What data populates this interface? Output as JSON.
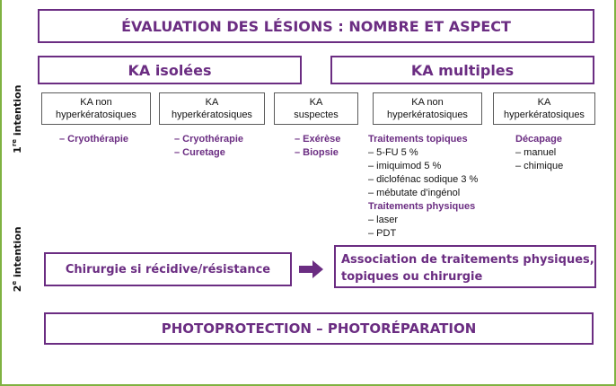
{
  "title": "ÉVALUATION DES LÉSIONS : NOMBRE ET ASPECT",
  "groups": {
    "isolees": "KA isolées",
    "multiples": "KA multiples"
  },
  "intention": {
    "first": "1re intention",
    "second": "2e intention"
  },
  "categories": [
    [
      "KA non",
      "hyperkératosiques"
    ],
    [
      "KA",
      "hyperkératosiques"
    ],
    [
      "KA",
      "suspectes"
    ],
    [
      "KA non",
      "hyperkératosiques"
    ],
    [
      "KA",
      "hyperkératosiques"
    ]
  ],
  "treatments": {
    "c1": [
      "– Cryothérapie"
    ],
    "c2": [
      "– Cryothérapie",
      "– Curetage"
    ],
    "c3": [
      "– Exérèse",
      "– Biopsie"
    ],
    "c4": {
      "topiques_title": "Traitements topiques",
      "topiques": [
        "– 5-FU 5 %",
        "– imiquimod 5 %",
        "– diclofénac sodique 3 %",
        "– mébutate d’ingénol"
      ],
      "physiques_title": "Traitements physiques",
      "physiques": [
        "– laser",
        "– PDT"
      ]
    },
    "c5": {
      "title": "Décapage",
      "items": [
        "– manuel",
        "– chimique"
      ]
    }
  },
  "second_line": {
    "left": "Chirurgie si récidive/résistance",
    "right": [
      "Association de traitements physiques,",
      "topiques ou chirurgie"
    ]
  },
  "footer": "PHOTOPROTECTION – PHOTORÉPARATION",
  "colors": {
    "accent": "#6b2d82",
    "frame": "#7fb241"
  }
}
